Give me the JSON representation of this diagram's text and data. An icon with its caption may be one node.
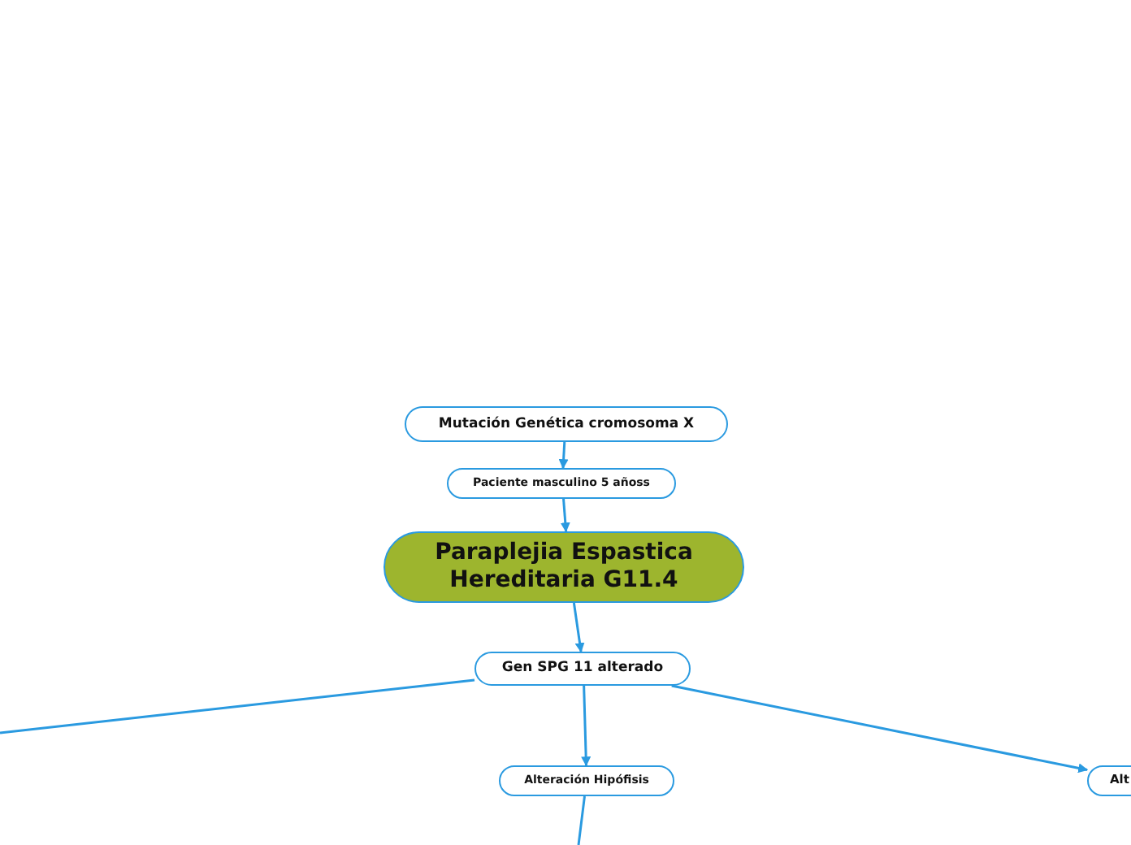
{
  "diagram": {
    "nodes": [
      {
        "text": [
          "Mutación Genética cromosoma X"
        ]
      },
      {
        "text": [
          "Paciente masculino 5 añoss"
        ]
      },
      {
        "text": [
          "Paraplejia Espastica Hereditaria G11.4"
        ]
      },
      {
        "text": [
          "Gen SPG 11 alterado"
        ]
      },
      {
        "text": [
          "Alteración Hipófisis"
        ]
      },
      {
        "text": [
          "Alt"
        ]
      }
    ],
    "edges": [
      {
        "from": 0,
        "to": 1,
        "arrow": "to"
      },
      {
        "from": 1,
        "to": 2,
        "arrow": "to"
      },
      {
        "from": 2,
        "to": 3,
        "arrow": "to"
      },
      {
        "from": 3,
        "to": 4,
        "arrow": "to"
      },
      {
        "from": 3,
        "to": 5,
        "arrow": "to"
      },
      {
        "from": 3,
        "to": null,
        "arrow": "none"
      },
      {
        "from": 4,
        "to": null,
        "arrow": "none"
      }
    ]
  }
}
